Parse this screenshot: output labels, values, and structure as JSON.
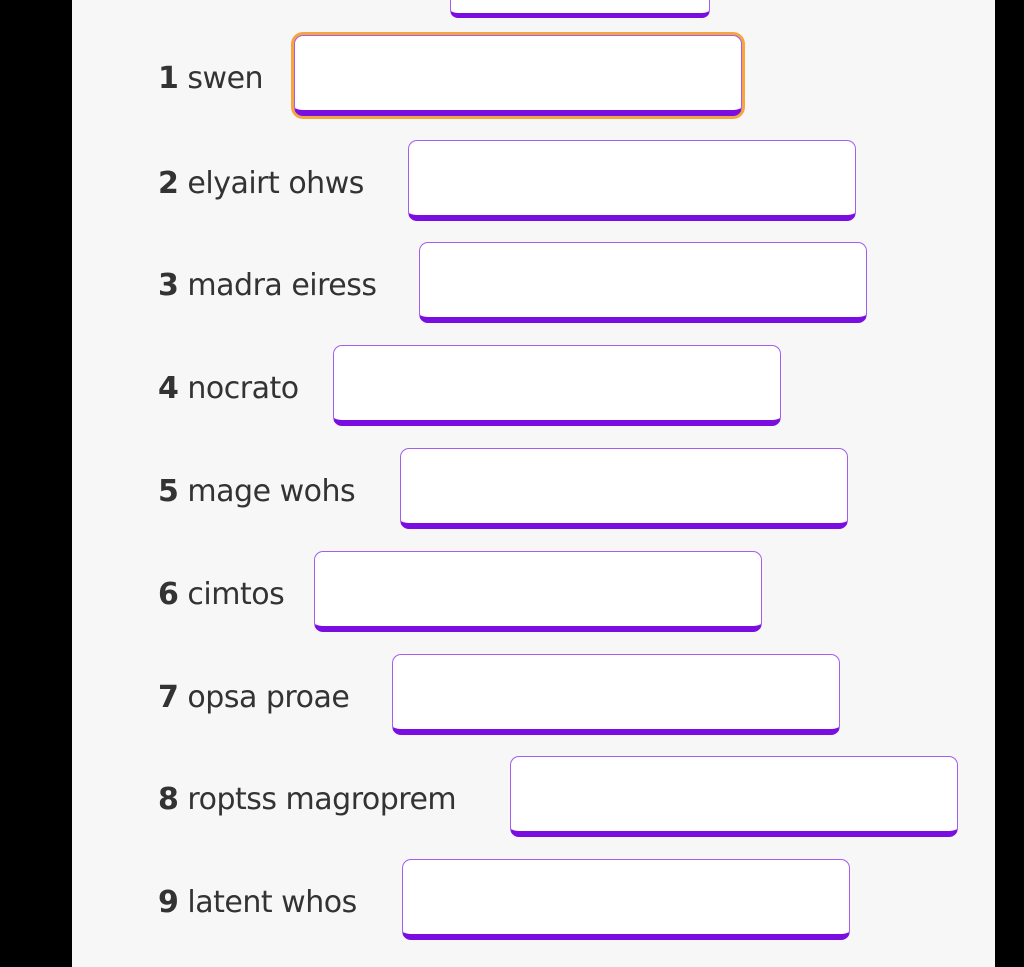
{
  "items": [
    {
      "num": "1",
      "word": "swen",
      "value": "",
      "focused": true
    },
    {
      "num": "2",
      "word": "elyairt ohws",
      "value": ""
    },
    {
      "num": "3",
      "word": "madra eiress",
      "value": ""
    },
    {
      "num": "4",
      "word": "nocrato",
      "value": ""
    },
    {
      "num": "5",
      "word": "mage wohs",
      "value": ""
    },
    {
      "num": "6",
      "word": "cimtos",
      "value": ""
    },
    {
      "num": "7",
      "word": "opsa proae",
      "value": ""
    },
    {
      "num": "8",
      "word": "roptss magroprem",
      "value": ""
    },
    {
      "num": "9",
      "word": "latent whos",
      "value": ""
    }
  ],
  "colors": {
    "accent": "#7a0de0",
    "focus": "#f5a640"
  }
}
